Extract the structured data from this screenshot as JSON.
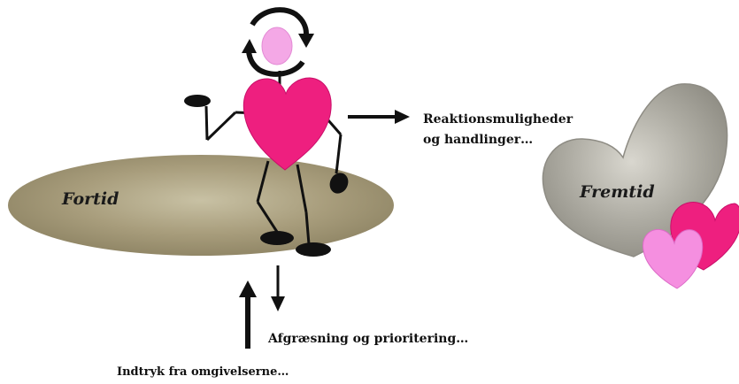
{
  "labels": {
    "reaktion_line1": "Reaktionsmuligheder",
    "reaktion_line2": "og handlinger…",
    "afgraesning": "Afgræsning og prioritering…",
    "indtryk": "Indtryk fra omgivelserne…",
    "fortid": "Fortid",
    "fremtid": "Fremtid"
  },
  "icons": {
    "cycle": "rotation-arrows-icon",
    "arrow_right": "arrow-right-icon",
    "arrow_down": "arrow-down-icon",
    "arrow_up": "arrow-up-icon"
  },
  "colors": {
    "heart_pink": "#ee1f7f",
    "heart_light_pink": "#f58fe0",
    "head_pink": "#f4a8e6",
    "disc_tan": "#9f9572",
    "heart_stone": "#a7a59c",
    "ink": "#111111"
  }
}
